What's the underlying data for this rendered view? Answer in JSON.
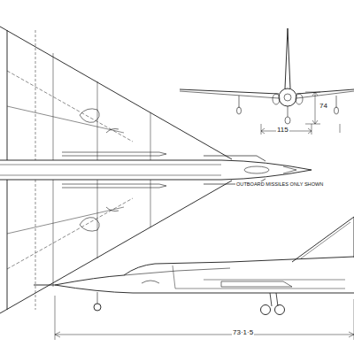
{
  "diagram": {
    "labels": [
      "74",
      "115",
      "OUTBOARD MISSILES ONLY SHOWN",
      "73·1·5"
    ]
  }
}
